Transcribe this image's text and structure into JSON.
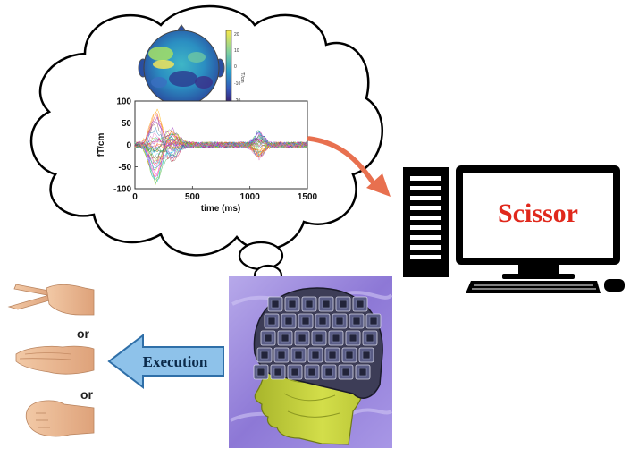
{
  "thought_bubble": {
    "topomap": {
      "colorbar_ticks": [
        "20",
        "10",
        "0",
        "-10",
        "-20"
      ],
      "colorbar_unit": "fT/cm"
    },
    "waveform_plot": {
      "ylabel": "fT/cm",
      "xlabel": "time (ms)",
      "yticks": [
        "100",
        "50",
        "0",
        "-50",
        "-100"
      ],
      "xticks": [
        "0",
        "500",
        "1000",
        "1500"
      ]
    }
  },
  "chart_data": {
    "type": "line",
    "xlabel": "time (ms)",
    "ylabel": "fT/cm",
    "xlim": [
      0,
      1500
    ],
    "ylim": [
      -100,
      100
    ],
    "xticks": [
      0,
      500,
      1000,
      1500
    ],
    "yticks": [
      -100,
      -50,
      0,
      50,
      100
    ],
    "grid": false
  },
  "computer": {
    "screen_text": "Scissor",
    "screen_text_color": "#e0281c"
  },
  "execution_arrow": {
    "label": "Execution",
    "fill_color": "#8ec2ea",
    "stroke_color": "#2f6fa8"
  },
  "gestures": {
    "separator_1": "or",
    "separator_2": "or",
    "items": [
      "scissors-hand-icon",
      "paper-hand-icon",
      "rock-hand-icon"
    ]
  },
  "colors": {
    "flow_arrow": "#e8704f",
    "helmet_background": "#9a86d8",
    "head": "#c9d63a"
  }
}
